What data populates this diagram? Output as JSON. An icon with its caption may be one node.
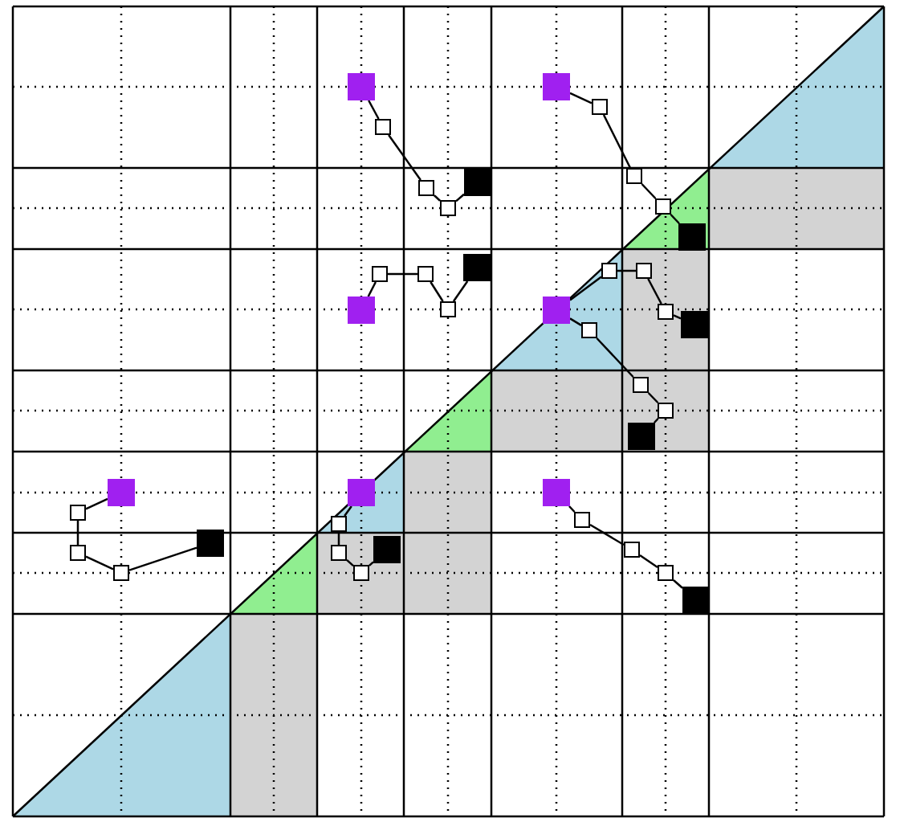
{
  "diagram": {
    "nodes": [
      {
        "text": [],
        "shape": "box"
      },
      {
        "text": [],
        "shape": "box"
      },
      {
        "text": [],
        "shape": "box"
      },
      {
        "text": [],
        "shape": "box"
      },
      {
        "text": [],
        "shape": "box"
      },
      {
        "text": [],
        "shape": "box"
      },
      {
        "text": [],
        "shape": "box"
      },
      {
        "text": [],
        "shape": "box"
      },
      {
        "text": [],
        "shape": "box"
      },
      {
        "text": [],
        "shape": "box"
      },
      {
        "text": [],
        "shape": "box"
      },
      {
        "text": [],
        "shape": "box"
      },
      {
        "text": [],
        "shape": "box"
      },
      {
        "text": [],
        "shape": "box"
      },
      {
        "text": [],
        "shape": "box"
      },
      {
        "text": [],
        "shape": "box"
      },
      {
        "text": [],
        "shape": "box"
      },
      {
        "text": [],
        "shape": "box"
      },
      {
        "text": [],
        "shape": "box"
      },
      {
        "text": [],
        "shape": "box"
      },
      {
        "text": [],
        "shape": "box"
      },
      {
        "text": [],
        "shape": "box"
      },
      {
        "text": [],
        "shape": "box"
      },
      {
        "text": [],
        "shape": "box"
      },
      {
        "text": [],
        "shape": "box"
      },
      {
        "text": [],
        "shape": "box"
      },
      {
        "text": [],
        "shape": "box"
      },
      {
        "text": [],
        "shape": "box"
      },
      {
        "text": [],
        "shape": "box"
      },
      {
        "text": [],
        "shape": "box"
      },
      {
        "text": [],
        "shape": "box"
      },
      {
        "text": [],
        "shape": "box"
      },
      {
        "text": [],
        "shape": "box"
      },
      {
        "text": [],
        "shape": "box"
      },
      {
        "text": [],
        "shape": "box"
      },
      {
        "text": [],
        "shape": "box"
      },
      {
        "text": [],
        "shape": "box"
      },
      {
        "text": [],
        "shape": "box"
      },
      {
        "text": [],
        "shape": "box"
      }
    ],
    "edges": [
      {
        "from": 0,
        "to": 1,
        "arrow": "none"
      },
      {
        "from": 1,
        "to": 2,
        "arrow": "none"
      },
      {
        "from": 2,
        "to": 3,
        "arrow": "none"
      },
      {
        "from": 3,
        "to": 4,
        "arrow": "none"
      },
      {
        "from": 5,
        "to": 6,
        "arrow": "none"
      },
      {
        "from": 6,
        "to": 7,
        "arrow": "none"
      },
      {
        "from": 7,
        "to": 8,
        "arrow": "none"
      },
      {
        "from": 8,
        "to": 9,
        "arrow": "none"
      },
      {
        "from": 10,
        "to": 11,
        "arrow": "none"
      },
      {
        "from": 11,
        "to": 12,
        "arrow": "none"
      },
      {
        "from": 12,
        "to": 13,
        "arrow": "none"
      },
      {
        "from": 13,
        "to": 14,
        "arrow": "none"
      },
      {
        "from": 15,
        "to": 16,
        "arrow": "none"
      },
      {
        "from": 16,
        "to": 17,
        "arrow": "none"
      },
      {
        "from": 17,
        "to": 18,
        "arrow": "none"
      },
      {
        "from": 18,
        "to": 19,
        "arrow": "none"
      },
      {
        "from": 15,
        "to": 20,
        "arrow": "none"
      },
      {
        "from": 20,
        "to": 21,
        "arrow": "none"
      },
      {
        "from": 21,
        "to": 22,
        "arrow": "none"
      },
      {
        "from": 22,
        "to": 23,
        "arrow": "none"
      },
      {
        "from": 24,
        "to": 25,
        "arrow": "none"
      },
      {
        "from": 25,
        "to": 26,
        "arrow": "none"
      },
      {
        "from": 26,
        "to": 27,
        "arrow": "none"
      },
      {
        "from": 27,
        "to": 28,
        "arrow": "none"
      },
      {
        "from": 29,
        "to": 30,
        "arrow": "none"
      },
      {
        "from": 30,
        "to": 31,
        "arrow": "none"
      },
      {
        "from": 31,
        "to": 32,
        "arrow": "none"
      },
      {
        "from": 32,
        "to": 33,
        "arrow": "none"
      },
      {
        "from": 34,
        "to": 35,
        "arrow": "none"
      },
      {
        "from": 35,
        "to": 36,
        "arrow": "none"
      },
      {
        "from": 36,
        "to": 37,
        "arrow": "none"
      },
      {
        "from": 37,
        "to": 38,
        "arrow": "none"
      }
    ]
  }
}
